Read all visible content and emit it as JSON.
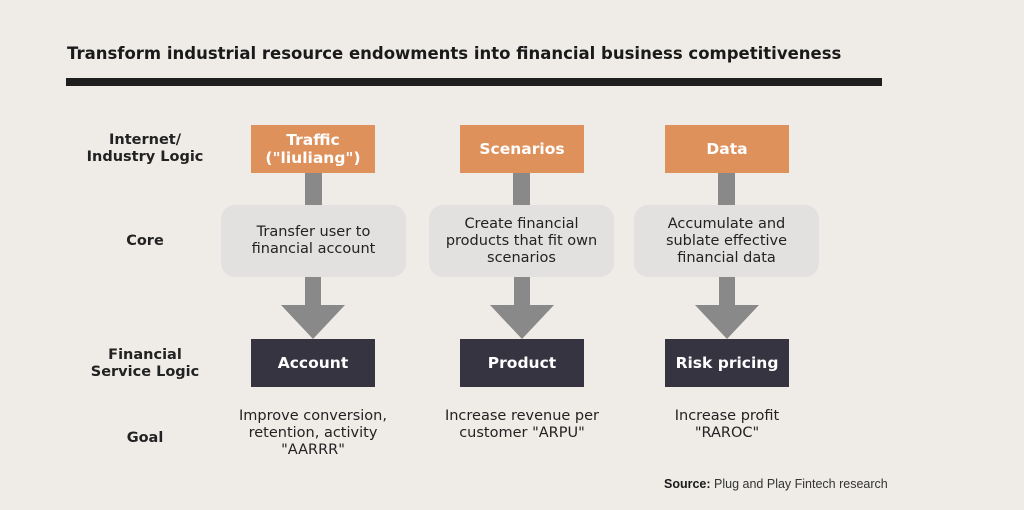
{
  "title": "Transform industrial resource endowments into financial business competitiveness",
  "row_labels": {
    "internet": "Internet/\nIndustry Logic",
    "core": "Core",
    "financial": "Financial\nService Logic",
    "goal": "Goal"
  },
  "columns": [
    {
      "top": "Traffic\n(\"liuliang\")",
      "core": "Transfer user to\nfinancial account",
      "financial": "Account",
      "goal": "Improve conversion,\nretention, activity\n\"AARRR\""
    },
    {
      "top": "Scenarios",
      "core": "Create financial\nproducts that fit own\nscenarios",
      "financial": "Product",
      "goal": "Increase revenue per\ncustomer \"ARPU\""
    },
    {
      "top": "Data",
      "core": "Accumulate and\nsublate effective\nfinancial data",
      "financial": "Risk pricing",
      "goal": "Increase profit\n\"RAROC\""
    }
  ],
  "source": {
    "label": "Source:",
    "text": "Plug and Play Fintech research"
  },
  "colors": {
    "top_box": "#df915c",
    "financial_box": "#363441",
    "core_box": "#e2e1df",
    "arrow": "#898989",
    "background": "#efece8"
  }
}
